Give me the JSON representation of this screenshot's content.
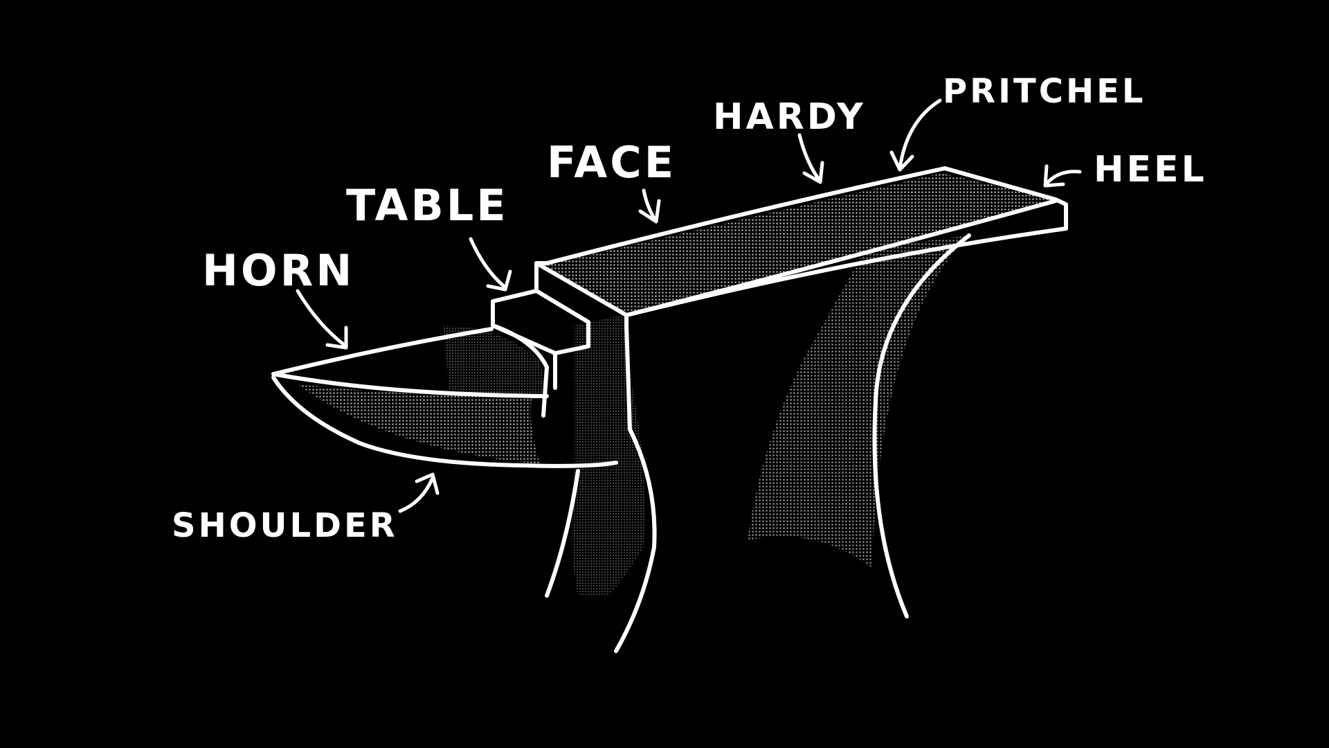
{
  "diagram": {
    "background_color": "#000000",
    "line_color": "#ffffff",
    "labels": {
      "horn": "HORN",
      "table": "TABLE",
      "face": "FACE",
      "hardy": "HARDY",
      "pritchel": "PRITCHEL",
      "heel": "HEEL",
      "shoulder": "SHOULDER"
    }
  }
}
